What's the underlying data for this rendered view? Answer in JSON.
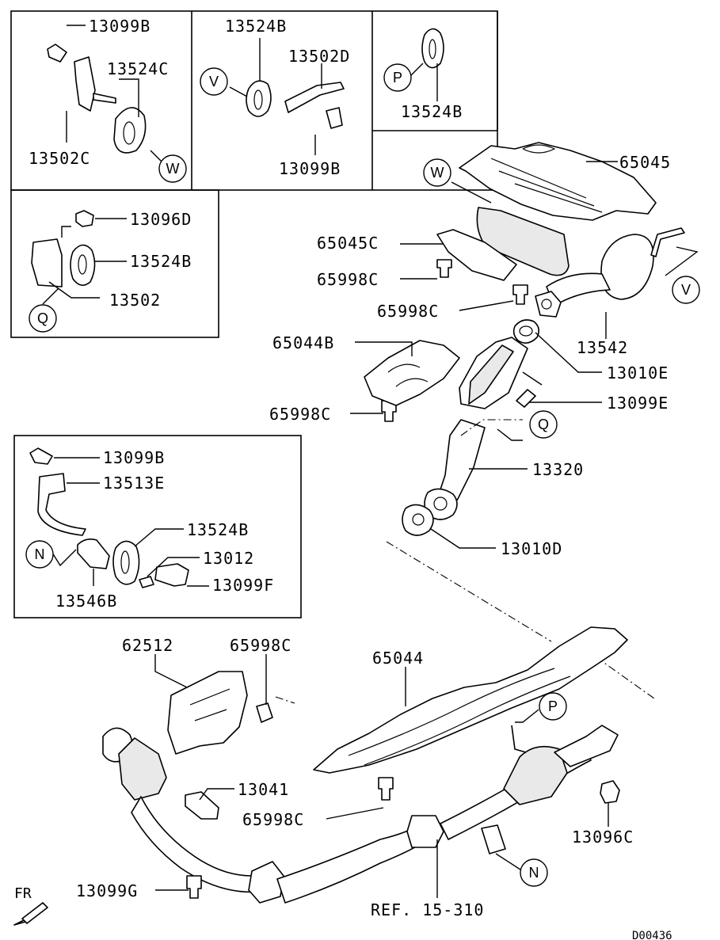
{
  "labels": {
    "b1_13099B": "13099B",
    "b1_13524C": "13524C",
    "b1_13502C": "13502C",
    "b2_13524B": "13524B",
    "b2_13502D": "13502D",
    "b2_13099B": "13099B",
    "b3_13524B": "13524B",
    "b4_13096D": "13096D",
    "b4_13524B": "13524B",
    "b4_13502": "13502",
    "m_65045": "65045",
    "m_65045C": "65045C",
    "m_65998C_a": "65998C",
    "m_65998C_b": "65998C",
    "m_13542": "13542",
    "m_65044B": "65044B",
    "m_13010E": "13010E",
    "m_13099E": "13099E",
    "m_65998C_c": "65998C",
    "m_13320": "13320",
    "m_13010D": "13010D",
    "b5_13099B": "13099B",
    "b5_13513E": "13513E",
    "b5_13524B": "13524B",
    "b5_13012": "13012",
    "b5_13099F": "13099F",
    "b5_13546B": "13546B",
    "l_62512": "62512",
    "l_65998C_d": "65998C",
    "l_65044": "65044",
    "l_13041": "13041",
    "l_65998C_e": "65998C",
    "l_13096C": "13096C",
    "l_13099G": "13099G",
    "l_ref": "REF. 15-310",
    "fr": "FR",
    "diagram_id": "D00436"
  },
  "callouts": {
    "W_top": "W",
    "V_top": "V",
    "P_top": "P",
    "Q_top": "Q",
    "W_main": "W",
    "V_main": "V",
    "Q_main": "Q",
    "N_box": "N",
    "P_lower": "P",
    "N_lower": "N"
  }
}
